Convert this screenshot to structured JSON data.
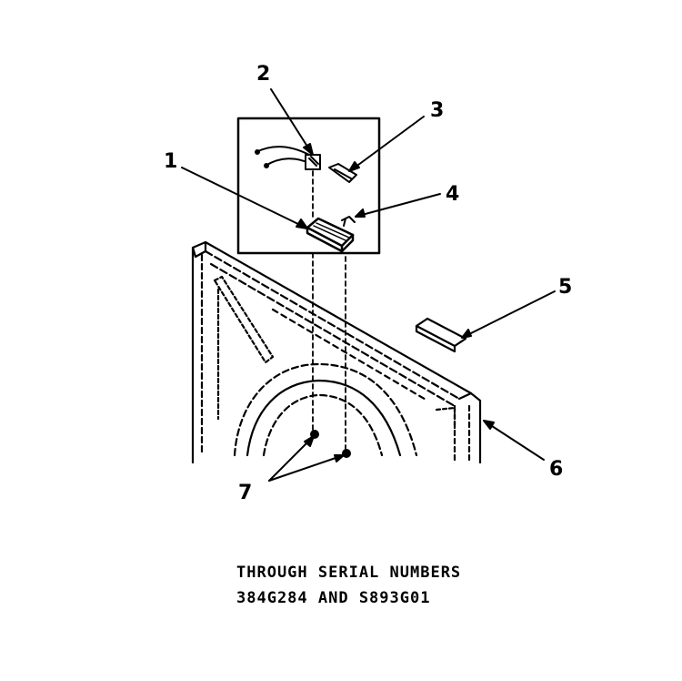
{
  "diagram": {
    "callouts": [
      {
        "id": "1",
        "label": "1"
      },
      {
        "id": "2",
        "label": "2"
      },
      {
        "id": "3",
        "label": "3"
      },
      {
        "id": "4",
        "label": "4"
      },
      {
        "id": "5",
        "label": "5"
      },
      {
        "id": "6",
        "label": "6"
      },
      {
        "id": "7",
        "label": "7"
      }
    ],
    "caption": {
      "line1": "THROUGH SERIAL NUMBERS",
      "line2": "384G284 AND S893G01"
    },
    "colors": {
      "ink": "#000000",
      "paper": "#ffffff"
    }
  }
}
